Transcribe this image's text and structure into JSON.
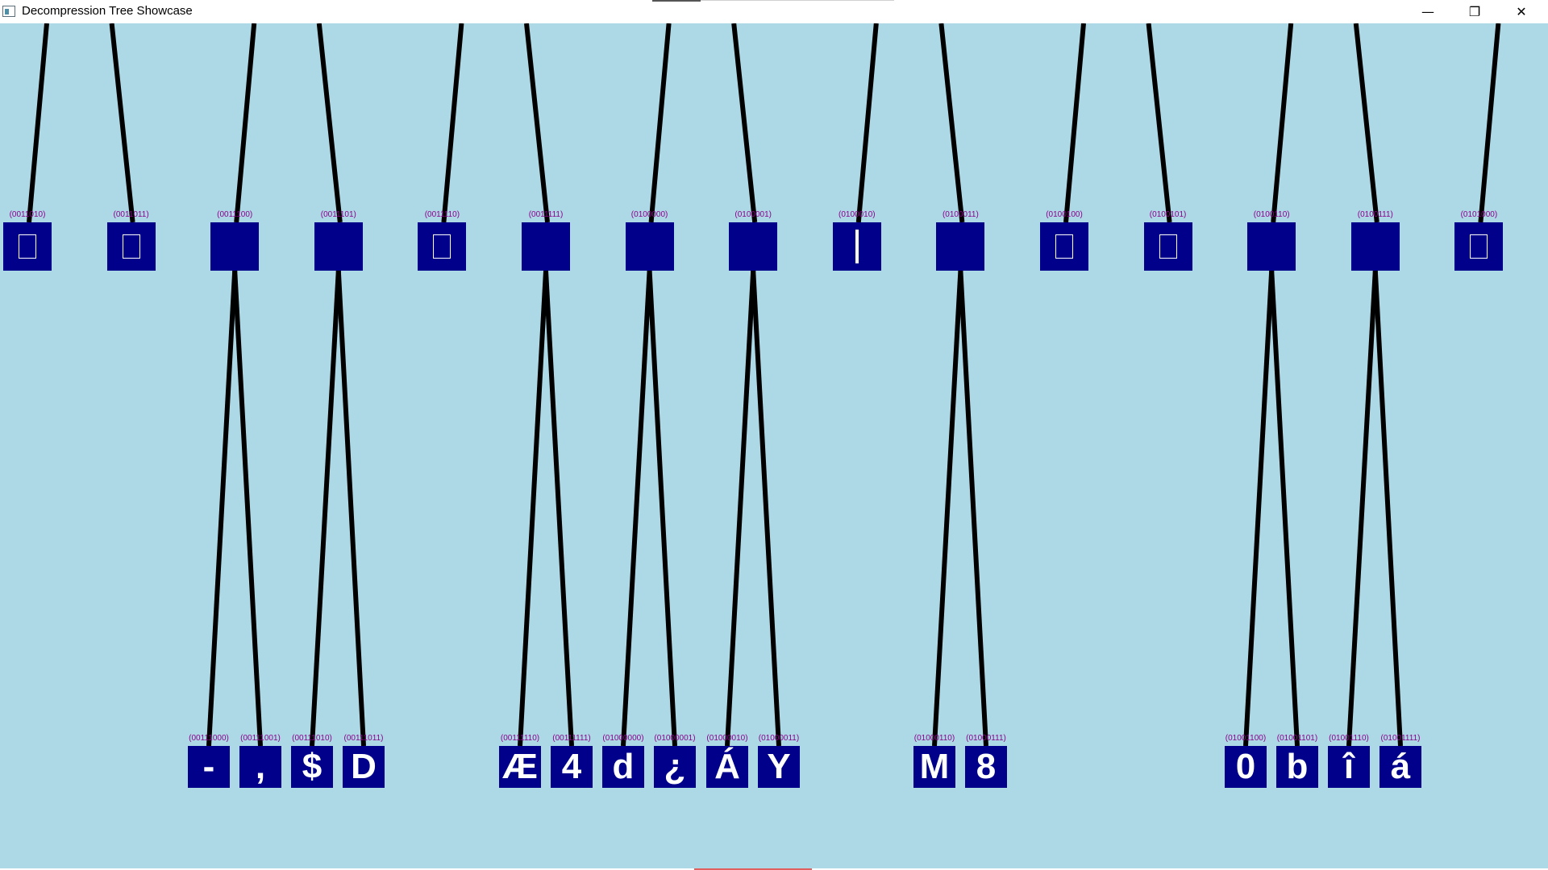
{
  "window": {
    "title": "Decompression Tree Showcase",
    "minimize_glyph": "—",
    "maximize_glyph": "❐",
    "close_glyph": "✕"
  },
  "colors": {
    "canvas_bg": "#add8e6",
    "node_fill": "#00008b",
    "node_text": "#ffffff",
    "edge": "#000000",
    "code_text": "#8b008b"
  },
  "tree": {
    "mid_nodes": [
      {
        "code": "(0011010)",
        "glyph": "placeholder-box"
      },
      {
        "code": "(0011011)",
        "glyph": "placeholder-box"
      },
      {
        "code": "(0011100)",
        "glyph": ""
      },
      {
        "code": "(0011101)",
        "glyph": ""
      },
      {
        "code": "(0011110)",
        "glyph": "placeholder-box"
      },
      {
        "code": "(0011111)",
        "glyph": ""
      },
      {
        "code": "(0100000)",
        "glyph": ""
      },
      {
        "code": "(0100001)",
        "glyph": ""
      },
      {
        "code": "(0100010)",
        "glyph": "vertical-bar"
      },
      {
        "code": "(0100011)",
        "glyph": ""
      },
      {
        "code": "(0100100)",
        "glyph": "placeholder-box"
      },
      {
        "code": "(0100101)",
        "glyph": "placeholder-box"
      },
      {
        "code": "(0100110)",
        "glyph": ""
      },
      {
        "code": "(0100111)",
        "glyph": ""
      },
      {
        "code": "(0101000)",
        "glyph": "placeholder-box"
      }
    ],
    "leaf_nodes": [
      {
        "code": "(00111000)",
        "char": "-"
      },
      {
        "code": "(00111001)",
        "char": ","
      },
      {
        "code": "(00111010)",
        "char": "$"
      },
      {
        "code": "(00111011)",
        "char": "D"
      },
      {
        "code": "(00111110)",
        "char": "Æ"
      },
      {
        "code": "(00111111)",
        "char": "4"
      },
      {
        "code": "(01000000)",
        "char": "d"
      },
      {
        "code": "(01000001)",
        "char": "¿"
      },
      {
        "code": "(01000010)",
        "char": "Á"
      },
      {
        "code": "(01000011)",
        "char": "Y"
      },
      {
        "code": "(01000110)",
        "char": "M"
      },
      {
        "code": "(01000111)",
        "char": "8"
      },
      {
        "code": "(01001100)",
        "char": "0"
      },
      {
        "code": "(01001101)",
        "char": "b"
      },
      {
        "code": "(01001110)",
        "char": "î"
      },
      {
        "code": "(01001111)",
        "char": "á"
      }
    ]
  }
}
